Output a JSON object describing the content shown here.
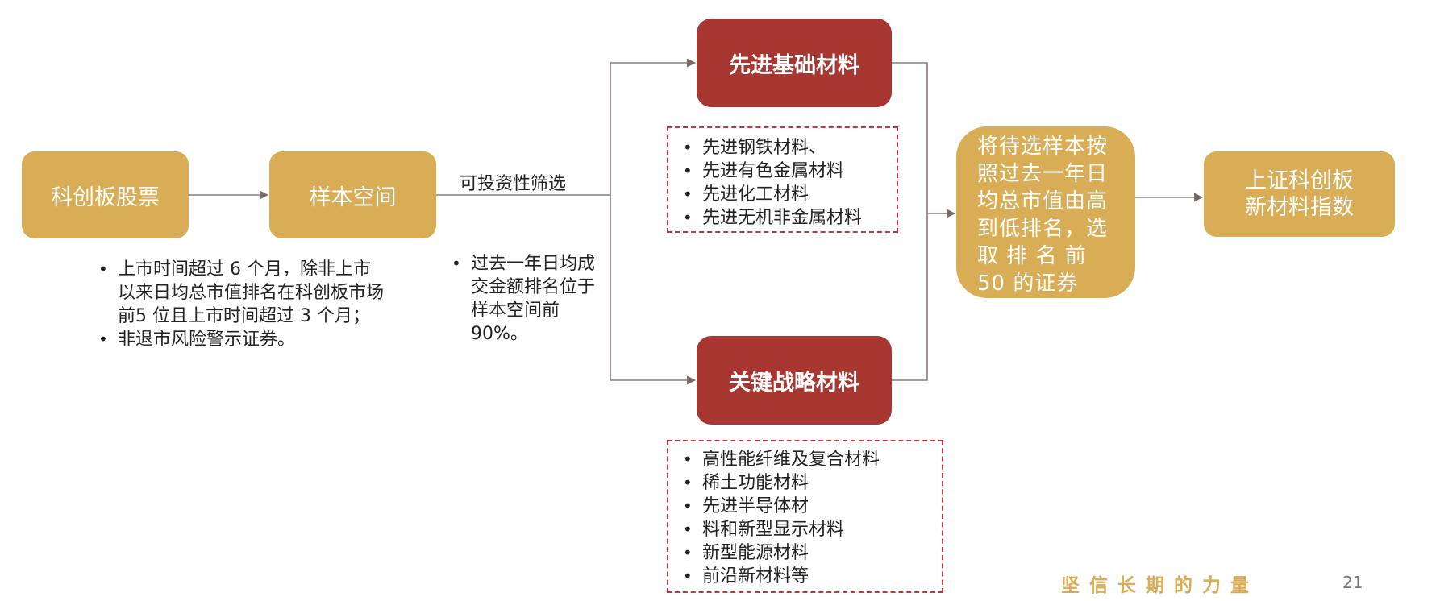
{
  "nodes": {
    "stock": "科创板股票",
    "sample": "样本空间",
    "basic": "先进基础材料",
    "key": "关键战略材料",
    "rank": "将待选样本按照过去一年日均总市值由高到低排名，选取 排 名 前 50 的证券",
    "index_line1": "上证科创板",
    "index_line2": "新材料指数"
  },
  "edge_labels": {
    "filter": "可投资性筛选"
  },
  "criteria": {
    "listing": [
      "上市时间超过 6 个月，除非上市以来日均总市值排名在科创板市场前5 位且上市时间超过 3 个月；",
      "非退市风险警示证券。"
    ],
    "liquidity": [
      "过去一年日均成交金额排名位于样本空间前90%。"
    ]
  },
  "basic_materials": [
    "先进钢铁材料、",
    "先进有色金属材料",
    "先进化工材料",
    "先进无机非金属材料"
  ],
  "key_materials": [
    "高性能纤维及复合材料",
    "稀土功能材料",
    "先进半导体材",
    "料和新型显示材料",
    "新型能源材料",
    "前沿新材料等"
  ],
  "footer": {
    "slogan": "坚信长期的力量",
    "page": "21"
  },
  "colors": {
    "gold": "#d9ad55",
    "red": "#a93731",
    "dashed_border": "#c8343b",
    "connector": "#7a6a6a"
  }
}
